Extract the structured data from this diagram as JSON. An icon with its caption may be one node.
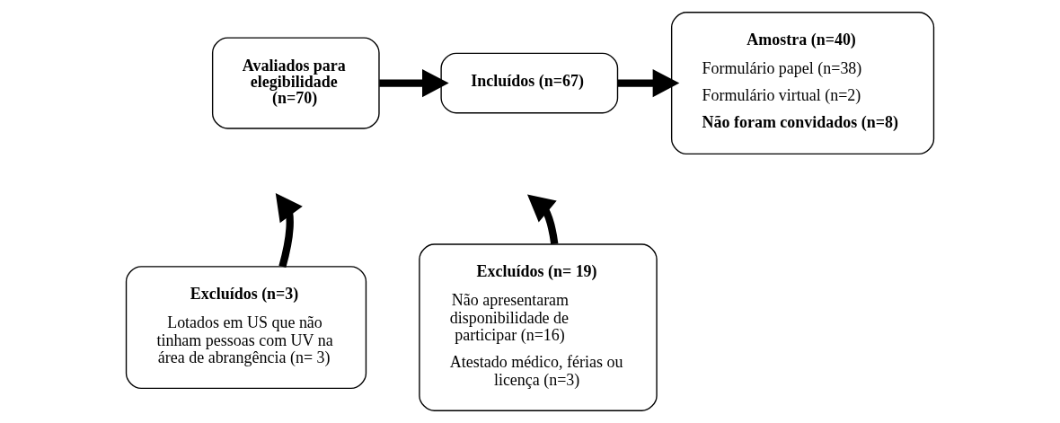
{
  "diagram": {
    "nodes": [
      {
        "text": [
          "Avaliados para elegibilidade (n=70)"
        ]
      },
      {
        "text": [
          "Incluídos (n=67)"
        ]
      },
      {
        "text": [
          "Amostra (n=40)",
          "Formulário papel (n=38)",
          "Formulário virtual (n=2)",
          "Não foram convidados (n=8)"
        ]
      },
      {
        "text": [
          "Excluídos (n=3)",
          "Lotados em US que não tinham pessoas com UV na área de abrangência (n= 3)"
        ]
      },
      {
        "text": [
          "Excluídos (n= 19)",
          "Não apresentaram disponibilidade de participar (n=16)",
          "Atestado médico, férias ou licença (n=3)"
        ]
      }
    ],
    "edges": [
      {
        "from": 0,
        "to": 1,
        "arrow": "to"
      },
      {
        "from": 1,
        "to": 2,
        "arrow": "to"
      },
      {
        "from": 3,
        "to": null,
        "arrow": "to"
      },
      {
        "from": 4,
        "to": null,
        "arrow": "to"
      }
    ]
  }
}
